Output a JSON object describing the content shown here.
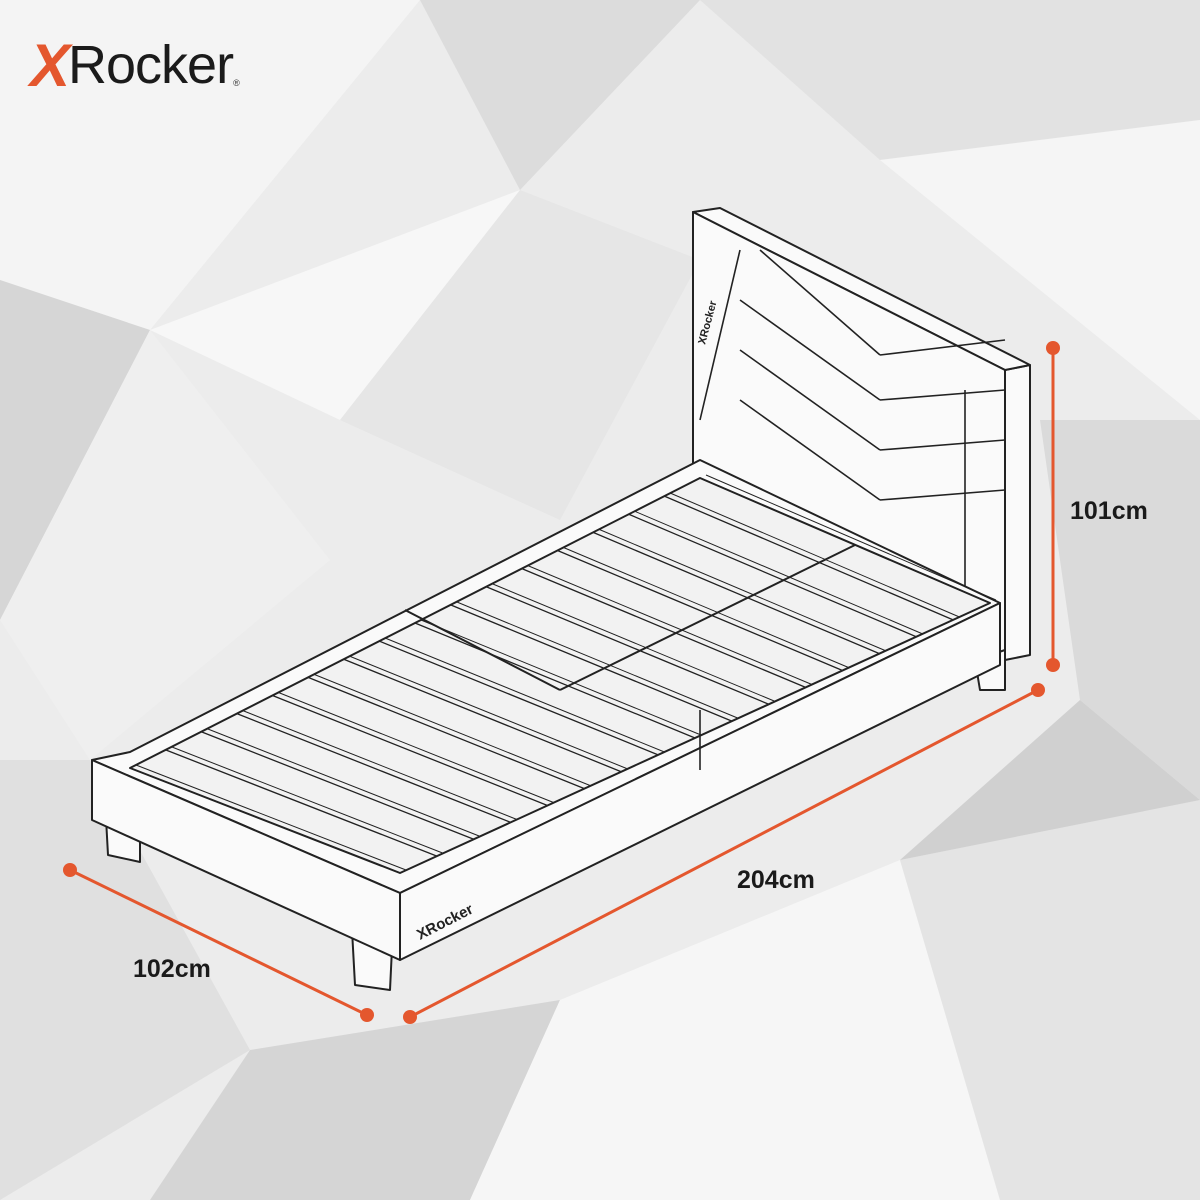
{
  "brand": {
    "logo_x": "X",
    "logo_word": "Rocker",
    "registered": "®",
    "accent_color": "#e4572e"
  },
  "dimensions": {
    "width": "102cm",
    "length": "204cm",
    "height": "101cm"
  },
  "product_markings": {
    "footboard_logo": "XRocker",
    "headboard_logo": "XRocker"
  }
}
